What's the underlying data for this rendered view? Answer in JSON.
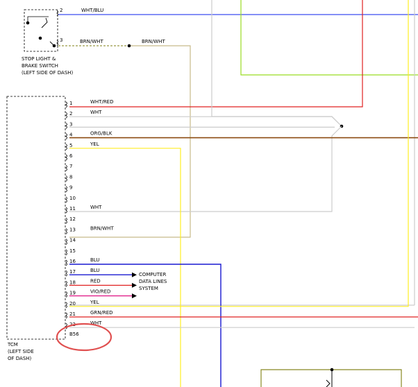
{
  "switch": {
    "name_lines": [
      "STOP LIGHT &",
      "BRAKE SWITCH",
      "(LEFT SIDE OF DASH)"
    ],
    "pins": [
      {
        "num": "2",
        "wire": "WHT/BLU",
        "color": "#3a4cf0"
      },
      {
        "num": "3",
        "wire": "BRN/WHT",
        "color": "#c8bb8a"
      }
    ],
    "splice_label": "BRN/WHT"
  },
  "tcm": {
    "name_lines": [
      "TCM",
      "(LEFT SIDE",
      "OF DASH)"
    ],
    "connector": "B56",
    "pins": [
      {
        "num": "1",
        "wire": "WHT/RED",
        "color": "#e02020"
      },
      {
        "num": "2",
        "wire": "WHT",
        "color": "#cccccc"
      },
      {
        "num": "3",
        "wire": "",
        "color": ""
      },
      {
        "num": "4",
        "wire": "ORG/BLK",
        "color": "#8b4a10"
      },
      {
        "num": "5",
        "wire": "YEL",
        "color": "#ffee22"
      },
      {
        "num": "6",
        "wire": "",
        "color": ""
      },
      {
        "num": "7",
        "wire": "",
        "color": ""
      },
      {
        "num": "8",
        "wire": "",
        "color": ""
      },
      {
        "num": "9",
        "wire": "",
        "color": ""
      },
      {
        "num": "10",
        "wire": "",
        "color": ""
      },
      {
        "num": "11",
        "wire": "WHT",
        "color": "#cccccc"
      },
      {
        "num": "12",
        "wire": "",
        "color": ""
      },
      {
        "num": "13",
        "wire": "BRN/WHT",
        "color": "#c8bb8a"
      },
      {
        "num": "14",
        "wire": "",
        "color": ""
      },
      {
        "num": "15",
        "wire": "",
        "color": ""
      },
      {
        "num": "16",
        "wire": "BLU",
        "color": "#1818d0"
      },
      {
        "num": "17",
        "wire": "BLU",
        "color": "#1818d0"
      },
      {
        "num": "18",
        "wire": "RED",
        "color": "#e02020"
      },
      {
        "num": "19",
        "wire": "VIO/RED",
        "color": "#e0208a"
      },
      {
        "num": "20",
        "wire": "YEL",
        "color": "#ffee22"
      },
      {
        "num": "21",
        "wire": "GRN/RED",
        "color": "#e02020"
      },
      {
        "num": "22",
        "wire": "WHT",
        "color": "#cccccc"
      }
    ]
  },
  "computer_system": {
    "label_lines": [
      "COMPUTER",
      "DATA LINES",
      "SYSTEM"
    ]
  },
  "wire_colors": {
    "green": "#99dd22",
    "grey": "#cccccc",
    "red": "#e02020",
    "yellow": "#ffee22",
    "blue": "#1818d0",
    "tan": "#c8bb8a",
    "olive": "#888822"
  },
  "annotation": {
    "kind": "red-circle-highlight",
    "color": "#e05050",
    "target": "B56"
  }
}
